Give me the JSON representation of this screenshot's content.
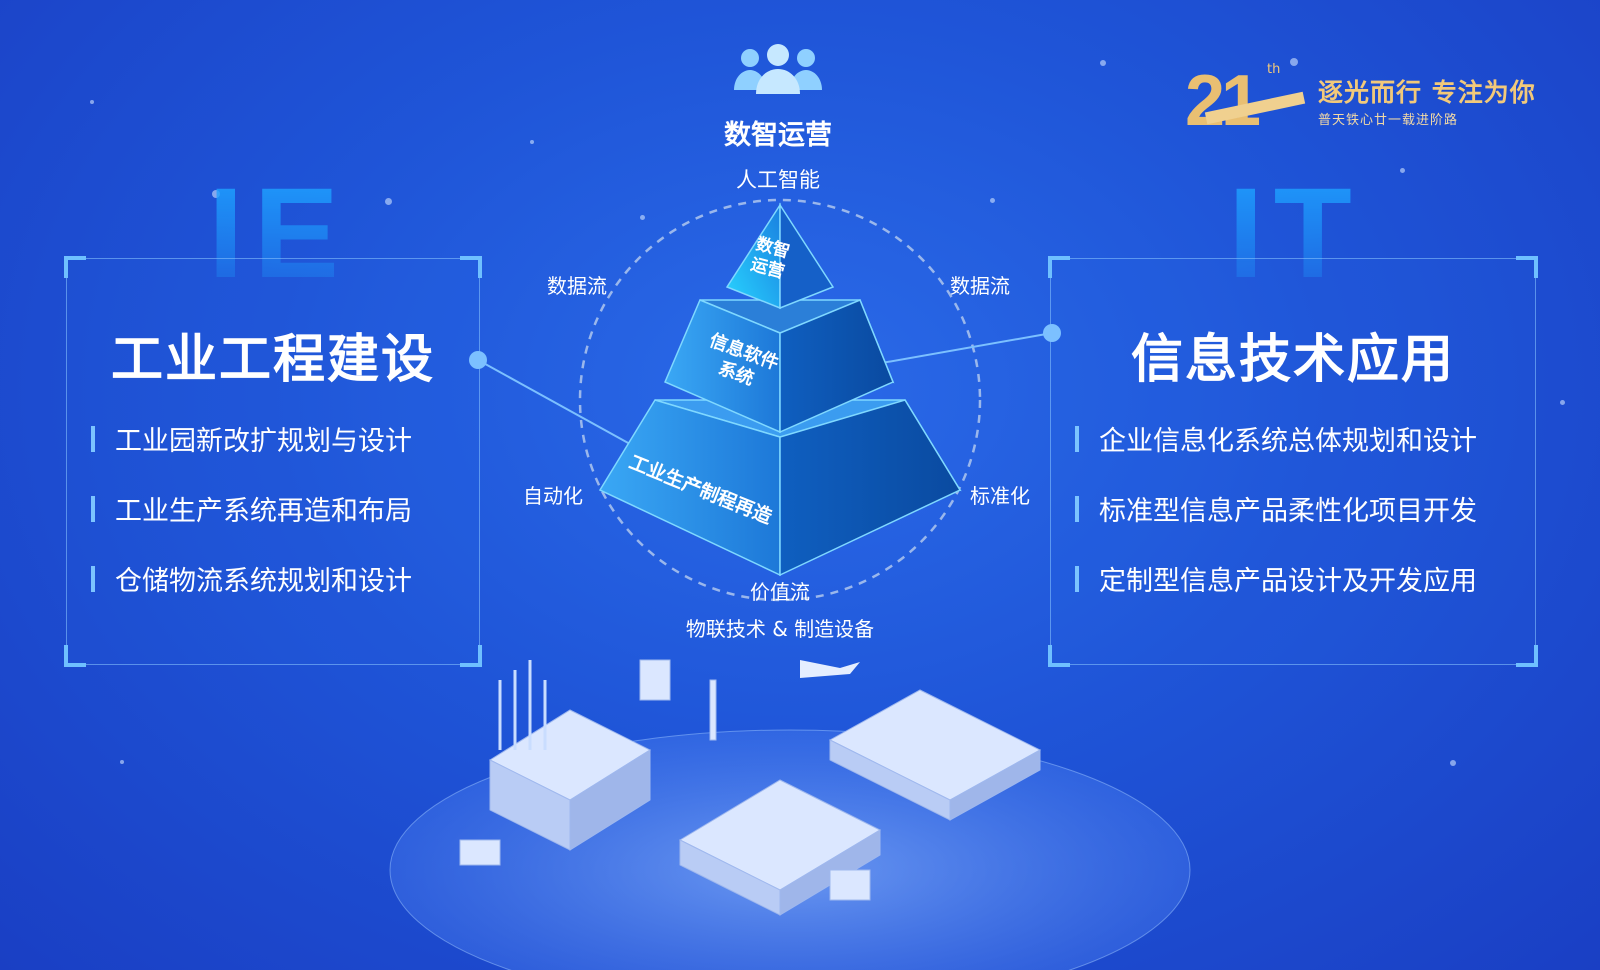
{
  "top": {
    "title": "数智运营",
    "subtitle": "人工智能",
    "icon": "people-group-icon"
  },
  "logo": {
    "number": "21",
    "suffix": "th",
    "slogan": "逐光而行 专注为你",
    "tagline": "普天铁心廿一载进阶路"
  },
  "left": {
    "watermark": "IE",
    "title": "工业工程建设",
    "items": [
      "工业园新改扩规划与设计",
      "工业生产系统再造和布局",
      "仓储物流系统规划和设计"
    ]
  },
  "right": {
    "watermark": "IT",
    "title": "信息技术应用",
    "items": [
      "企业信息化系统总体规划和设计",
      "标准型信息产品柔性化项目开发",
      "定制型信息产品设计及开发应用"
    ]
  },
  "pyramid": {
    "tiers": [
      "数智运营",
      "信息软件系统",
      "工业生产制程再造"
    ],
    "flows": {
      "left_top": "数据流",
      "right_top": "数据流",
      "left": "自动化",
      "right": "标准化",
      "bottom": "价值流"
    },
    "base_caption": "物联技术 & 制造设备"
  },
  "colors": {
    "background": "#1f55d8",
    "accent": "#6fc0ff",
    "gold": "#f2c97a"
  }
}
